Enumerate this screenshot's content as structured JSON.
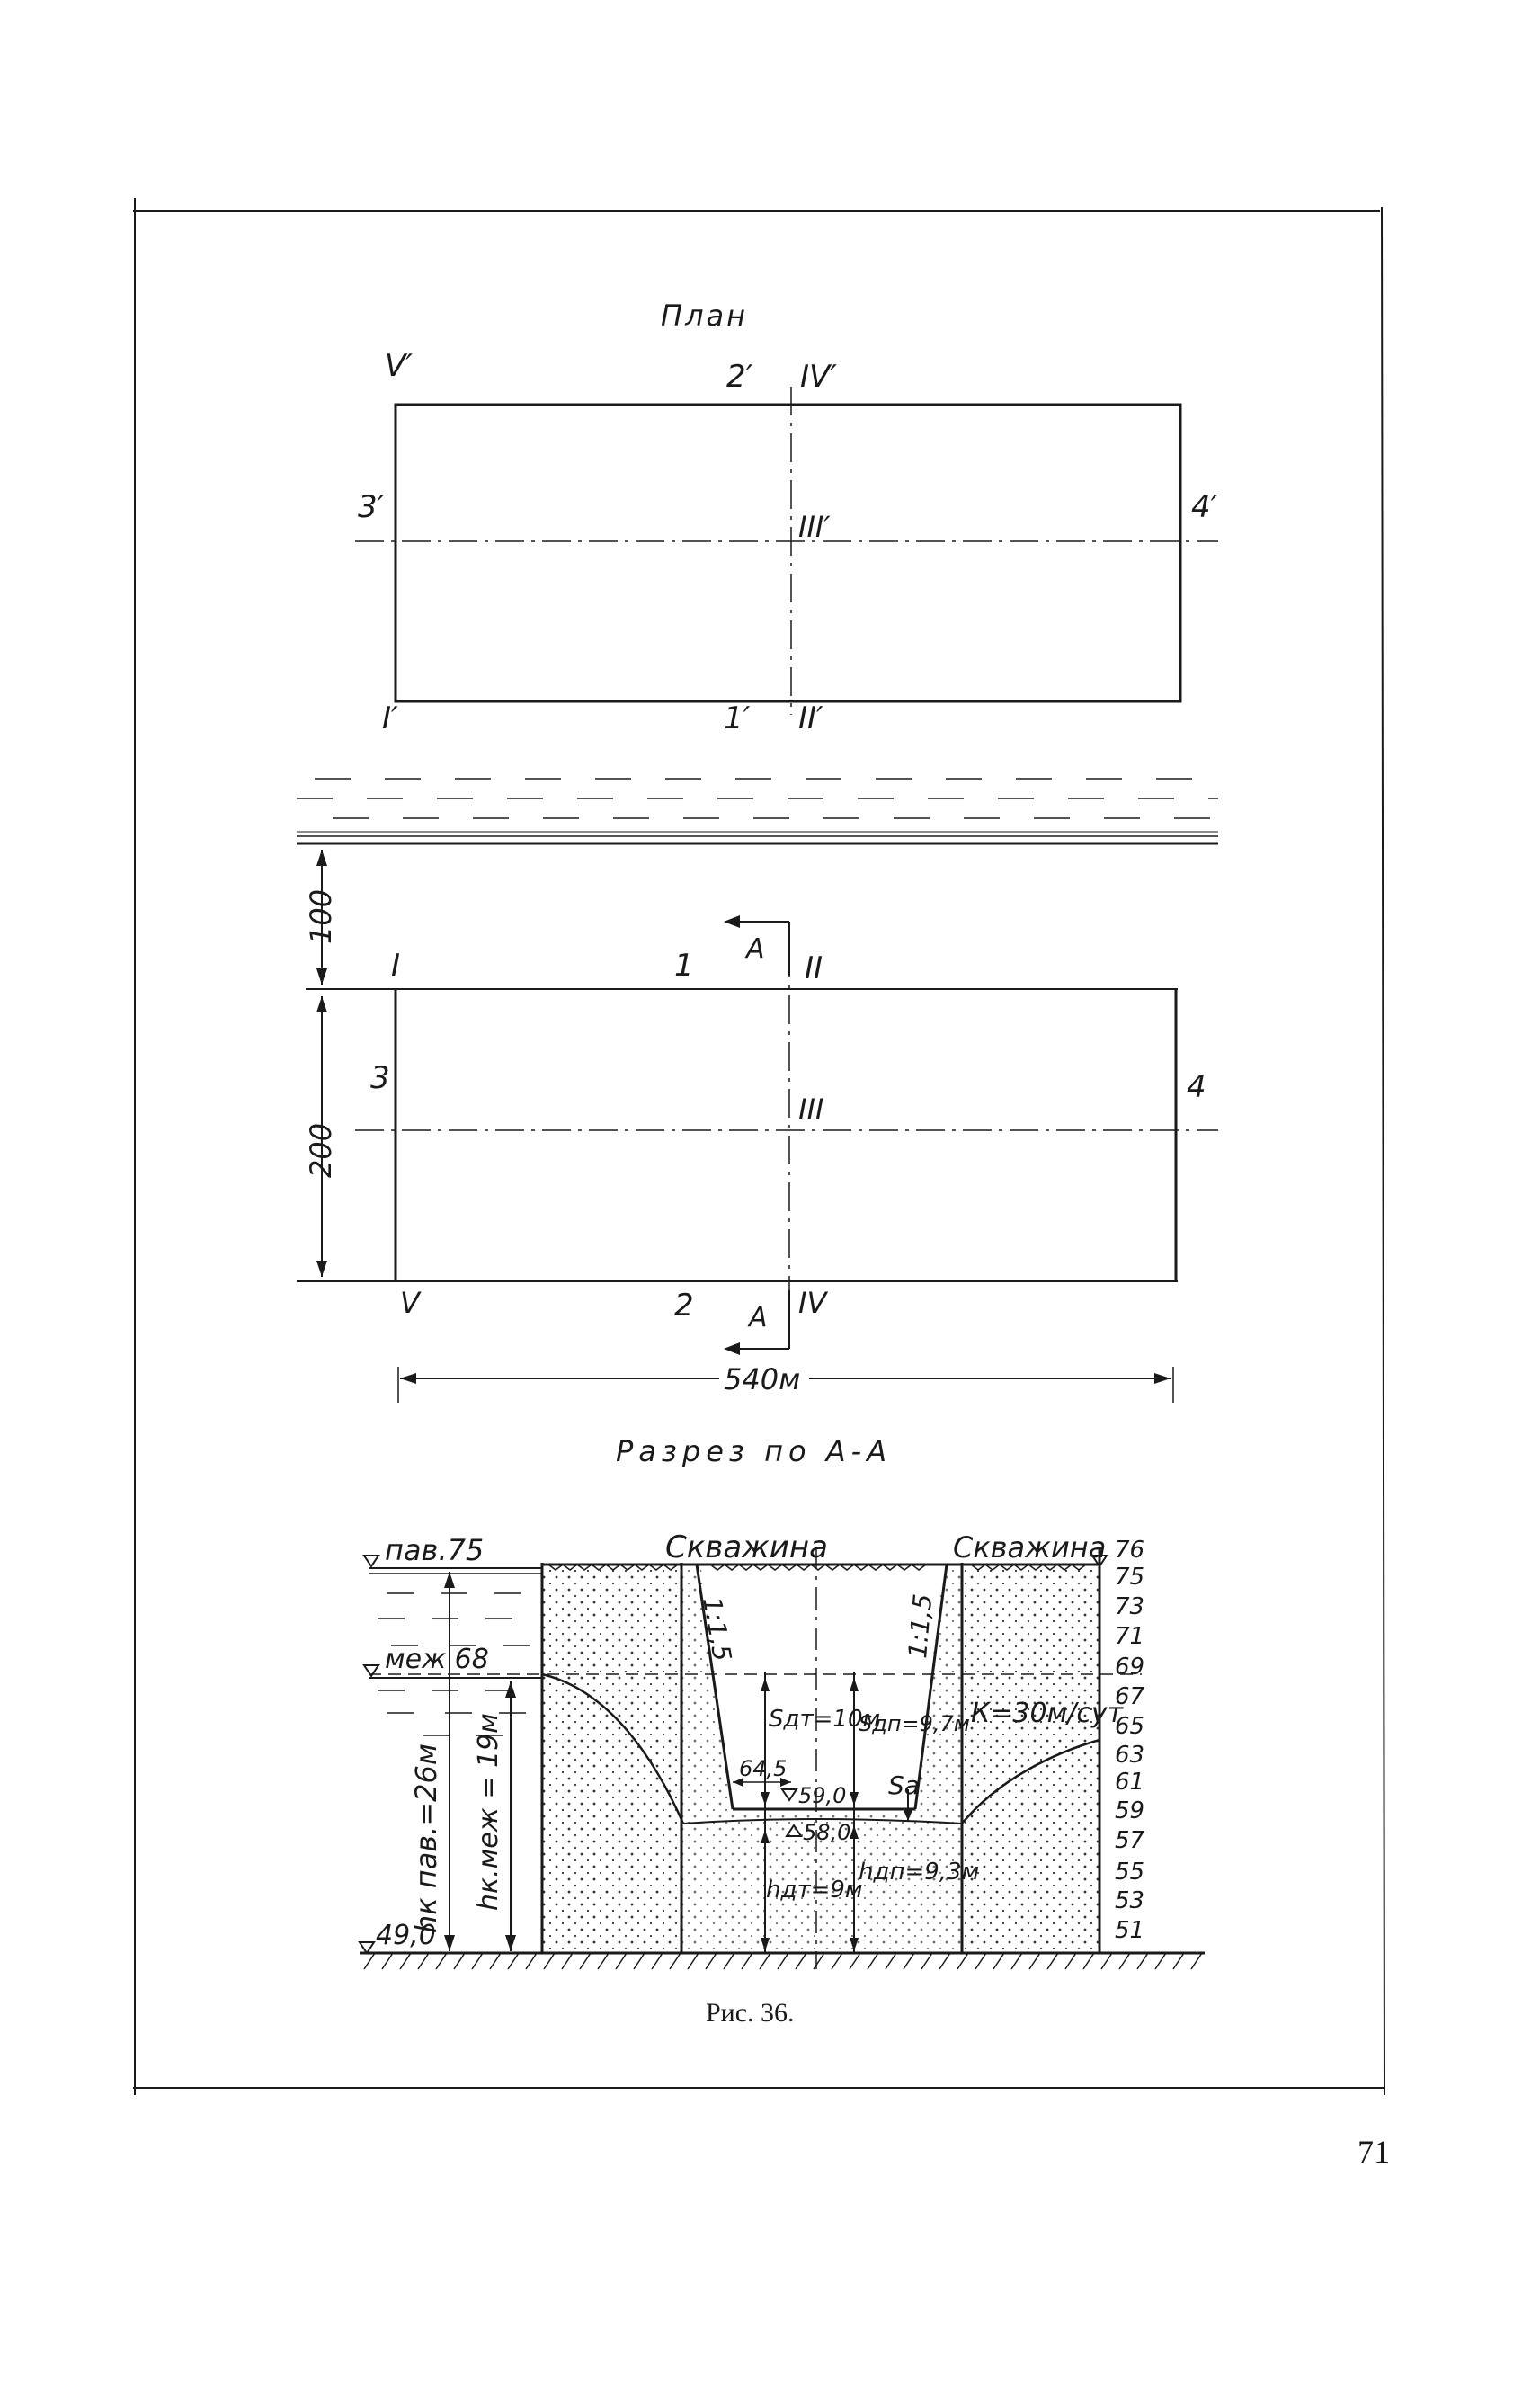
{
  "plan": {
    "title": "План",
    "labels": {
      "V_prime": "V′",
      "two_prime": "2′",
      "IV_prime": "IV′",
      "three_prime": "3′",
      "III_prime": "III′",
      "four_prime": "4′",
      "I_prime": "I′",
      "one_prime": "1′",
      "II_prime": "II′"
    }
  },
  "plan2": {
    "labels": {
      "I": "I",
      "one": "1",
      "A_top": "A",
      "II": "II",
      "three": "3",
      "III": "III",
      "four": "4",
      "V": "V",
      "two": "2",
      "A_bottom": "A",
      "IV": "IV"
    },
    "dims": {
      "river_distance": "100",
      "width": "200",
      "length": "540м"
    }
  },
  "section": {
    "title": "Разрез по А-А",
    "well_left": "Скважина",
    "well_right": "Скважина",
    "flood_level": "пав.75",
    "low_level": "меж 68",
    "base_level": "49,0",
    "h_flood": "hк пав.=26м",
    "h_low": "hк.меж = 19м",
    "slope_left": "1:1,5",
    "slope_right": "1:1,5",
    "S_dm": "Sдт=10м",
    "S_dn": "Sдп=9,7м",
    "S_a": "Sa",
    "bottom_width": "64,5",
    "level_59": "59,0",
    "level_58": "58,0",
    "h_dm": "hдт=9м",
    "h_dn": "hдп=9,3м",
    "K": "К=30м/сут",
    "scale": [
      "76",
      "75",
      "73",
      "71",
      "69",
      "67",
      "65",
      "63",
      "61",
      "59",
      "57",
      "55",
      "53",
      "51"
    ]
  },
  "caption": "Рис. 36.",
  "page_number": "71"
}
